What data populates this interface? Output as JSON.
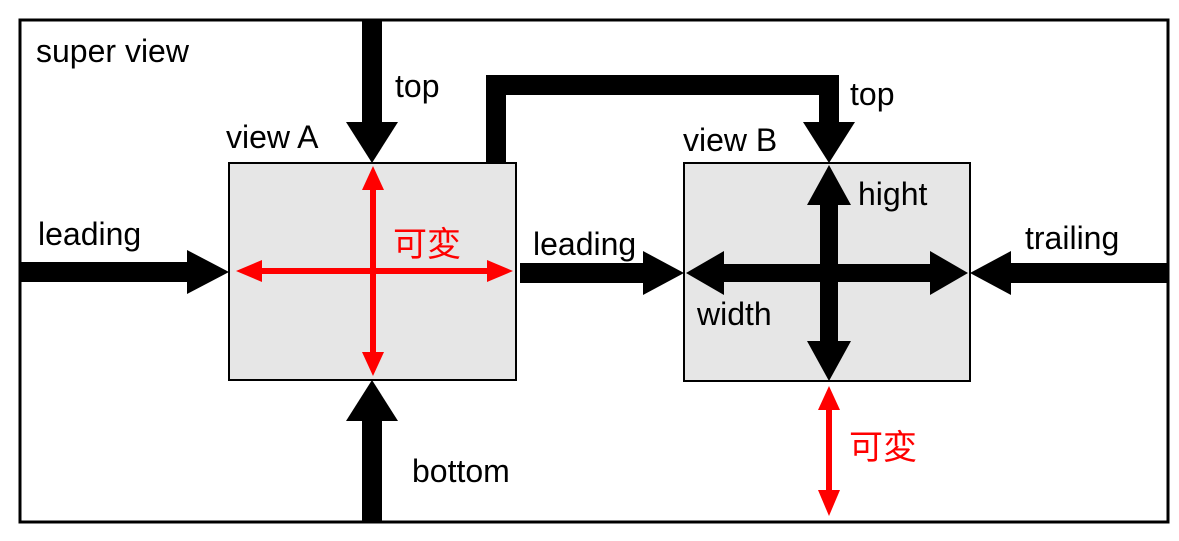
{
  "labels": {
    "super_view": "super view",
    "view_a": "view A",
    "view_b": "view B",
    "top_a": "top",
    "top_b": "top",
    "leading_a": "leading",
    "leading_b": "leading",
    "trailing_b": "trailing",
    "bottom_a": "bottom",
    "width_b": "width",
    "height_b": "hight",
    "variable_a": "可変",
    "variable_b": "可変"
  },
  "colors": {
    "constraint": "#000000",
    "variable": "#ff0000",
    "view_fill": "#e6e6e6",
    "view_border": "#000000",
    "background": "#ffffff"
  }
}
